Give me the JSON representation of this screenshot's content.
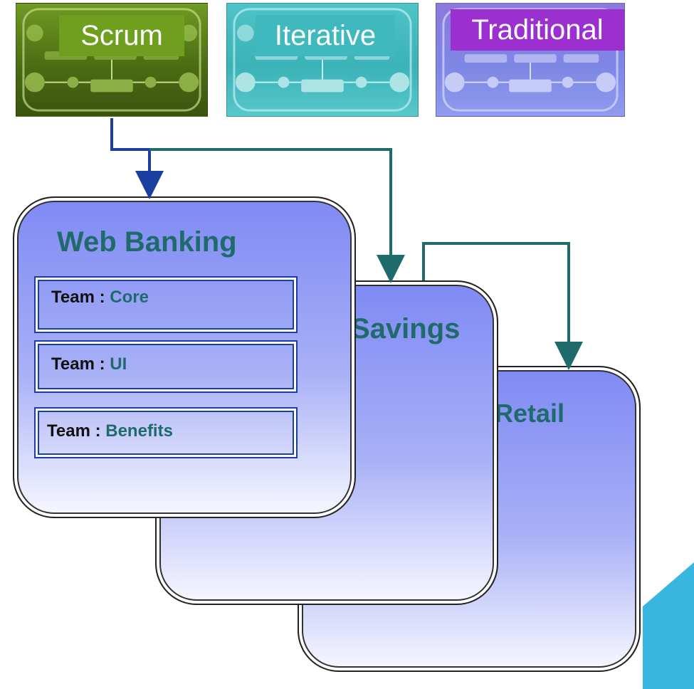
{
  "methodologies": [
    {
      "label": "Scrum",
      "color": "#6f9a24"
    },
    {
      "label": "Iterative",
      "color": "#3fb9bd"
    },
    {
      "label": "Traditional",
      "color": "#9b2fcf"
    }
  ],
  "projects": {
    "web_banking": {
      "title": "Web Banking",
      "teams": [
        {
          "prefix": "Team :",
          "name": "Core"
        },
        {
          "prefix": "Team :",
          "name": "UI"
        },
        {
          "prefix": "Team :",
          "name": "Benefits"
        }
      ]
    },
    "savings": {
      "title": "Savings"
    },
    "retail": {
      "title": "Retail"
    }
  },
  "colors": {
    "connector_blue": "#1a3fa0",
    "connector_teal": "#1f6b6b",
    "card_title": "#1f6b6b",
    "card_fill_top": "#7e8af4",
    "accent": "#38b6e0"
  }
}
